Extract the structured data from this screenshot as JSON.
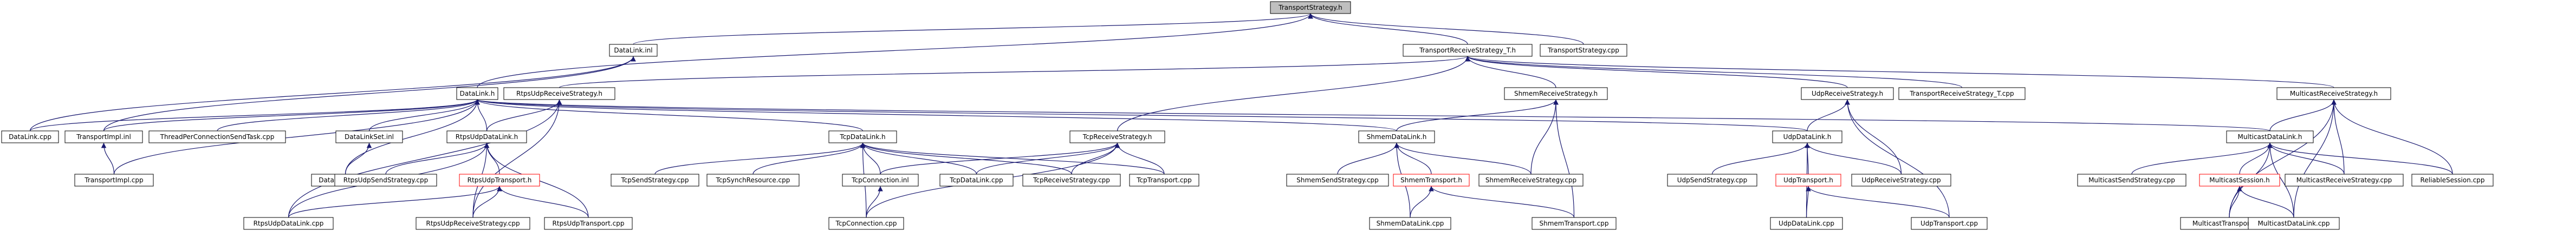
{
  "graph": {
    "nodes": [
      {
        "id": "ts_h",
        "label": "TransportStrategy.h",
        "kind": "root"
      },
      {
        "id": "dl_inl",
        "label": "DataLink.inl",
        "kind": "plain"
      },
      {
        "id": "trs_t_h",
        "label": "TransportReceiveStrategy_T.h",
        "kind": "plain"
      },
      {
        "id": "ts_cpp",
        "label": "TransportStrategy.cpp",
        "kind": "plain"
      },
      {
        "id": "dl_h",
        "label": "DataLink.h",
        "kind": "plain"
      },
      {
        "id": "rurs_h",
        "label": "RtpsUdpReceiveStrategy.h",
        "kind": "plain"
      },
      {
        "id": "srs_h",
        "label": "ShmemReceiveStrategy.h",
        "kind": "plain"
      },
      {
        "id": "urs_h",
        "label": "UdpReceiveStrategy.h",
        "kind": "plain"
      },
      {
        "id": "trs_t_cpp",
        "label": "TransportReceiveStrategy_T.cpp",
        "kind": "plain"
      },
      {
        "id": "mrs_h",
        "label": "MulticastReceiveStrategy.h",
        "kind": "plain"
      },
      {
        "id": "dl_cpp",
        "label": "DataLink.cpp",
        "kind": "plain"
      },
      {
        "id": "ti_inl",
        "label": "TransportImpl.inl",
        "kind": "plain"
      },
      {
        "id": "tpcst",
        "label": "ThreadPerConnectionSendTask.cpp",
        "kind": "plain"
      },
      {
        "id": "dls_inl",
        "label": "DataLinkSet.inl",
        "kind": "plain"
      },
      {
        "id": "rudl_h",
        "label": "RtpsUdpDataLink.h",
        "kind": "plain"
      },
      {
        "id": "tcpdl_h",
        "label": "TcpDataLink.h",
        "kind": "plain"
      },
      {
        "id": "tcprs_h",
        "label": "TcpReceiveStrategy.h",
        "kind": "plain"
      },
      {
        "id": "shdl_h",
        "label": "ShmemDataLink.h",
        "kind": "plain"
      },
      {
        "id": "udl_h",
        "label": "UdpDataLink.h",
        "kind": "plain"
      },
      {
        "id": "mdl_h",
        "label": "MulticastDataLink.h",
        "kind": "plain"
      },
      {
        "id": "ti_cpp",
        "label": "TransportImpl.cpp",
        "kind": "plain"
      },
      {
        "id": "dls_cpp",
        "label": "DataLinkSet.cpp",
        "kind": "plain"
      },
      {
        "id": "russ_cpp",
        "label": "RtpsUdpSendStrategy.cpp",
        "kind": "plain"
      },
      {
        "id": "rut_h",
        "label": "RtpsUdpTransport.h",
        "kind": "red"
      },
      {
        "id": "tcpss_cpp",
        "label": "TcpSendStrategy.cpp",
        "kind": "plain"
      },
      {
        "id": "tcpsr_cpp",
        "label": "TcpSynchResource.cpp",
        "kind": "plain"
      },
      {
        "id": "tcpc_inl",
        "label": "TcpConnection.inl",
        "kind": "plain"
      },
      {
        "id": "tcpdl_cpp",
        "label": "TcpDataLink.cpp",
        "kind": "plain"
      },
      {
        "id": "tcprs_cpp",
        "label": "TcpReceiveStrategy.cpp",
        "kind": "plain"
      },
      {
        "id": "tcpt_cpp",
        "label": "TcpTransport.cpp",
        "kind": "plain"
      },
      {
        "id": "shss_cpp",
        "label": "ShmemSendStrategy.cpp",
        "kind": "plain"
      },
      {
        "id": "sht_h",
        "label": "ShmemTransport.h",
        "kind": "red"
      },
      {
        "id": "shrs_cpp",
        "label": "ShmemReceiveStrategy.cpp",
        "kind": "plain"
      },
      {
        "id": "uss_cpp",
        "label": "UdpSendStrategy.cpp",
        "kind": "plain"
      },
      {
        "id": "ut_h",
        "label": "UdpTransport.h",
        "kind": "red"
      },
      {
        "id": "urs_cpp",
        "label": "UdpReceiveStrategy.cpp",
        "kind": "plain"
      },
      {
        "id": "mss_cpp",
        "label": "MulticastSendStrategy.cpp",
        "kind": "plain"
      },
      {
        "id": "ms_h",
        "label": "MulticastSession.h",
        "kind": "red"
      },
      {
        "id": "mrs_cpp",
        "label": "MulticastReceiveStrategy.cpp",
        "kind": "plain"
      },
      {
        "id": "rs_cpp",
        "label": "ReliableSession.cpp",
        "kind": "plain"
      },
      {
        "id": "rudl_cpp",
        "label": "RtpsUdpDataLink.cpp",
        "kind": "plain"
      },
      {
        "id": "rurs_cpp",
        "label": "RtpsUdpReceiveStrategy.cpp",
        "kind": "plain"
      },
      {
        "id": "rut_cpp",
        "label": "RtpsUdpTransport.cpp",
        "kind": "plain"
      },
      {
        "id": "tcpc_cpp",
        "label": "TcpConnection.cpp",
        "kind": "plain"
      },
      {
        "id": "shdl_cpp",
        "label": "ShmemDataLink.cpp",
        "kind": "plain"
      },
      {
        "id": "sht_cpp",
        "label": "ShmemTransport.cpp",
        "kind": "plain"
      },
      {
        "id": "udl_cpp",
        "label": "UdpDataLink.cpp",
        "kind": "plain"
      },
      {
        "id": "ut_cpp",
        "label": "UdpTransport.cpp",
        "kind": "plain"
      },
      {
        "id": "mt_cpp",
        "label": "MulticastTransport.cpp",
        "kind": "plain"
      },
      {
        "id": "mdl_cpp",
        "label": "MulticastDataLink.cpp",
        "kind": "plain"
      }
    ],
    "edges": [
      [
        "dl_inl",
        "ts_h"
      ],
      [
        "trs_t_h",
        "ts_h"
      ],
      [
        "ts_cpp",
        "ts_h"
      ],
      [
        "dl_h",
        "ts_h"
      ],
      [
        "dl_cpp",
        "dl_inl"
      ],
      [
        "ti_inl",
        "dl_inl"
      ],
      [
        "rurs_h",
        "trs_t_h"
      ],
      [
        "srs_h",
        "trs_t_h"
      ],
      [
        "urs_h",
        "trs_t_h"
      ],
      [
        "trs_t_cpp",
        "trs_t_h"
      ],
      [
        "mrs_h",
        "trs_t_h"
      ],
      [
        "tcprs_h",
        "trs_t_h"
      ],
      [
        "dl_cpp",
        "dl_h"
      ],
      [
        "ti_inl",
        "dl_h"
      ],
      [
        "tpcst",
        "dl_h"
      ],
      [
        "dls_inl",
        "dl_h"
      ],
      [
        "rudl_h",
        "dl_h"
      ],
      [
        "tcpdl_h",
        "dl_h"
      ],
      [
        "shdl_h",
        "dl_h"
      ],
      [
        "udl_h",
        "dl_h"
      ],
      [
        "mdl_h",
        "dl_h"
      ],
      [
        "dls_cpp",
        "dl_h"
      ],
      [
        "ti_cpp",
        "dl_h"
      ],
      [
        "rudl_h",
        "rurs_h"
      ],
      [
        "rurs_cpp",
        "rurs_h"
      ],
      [
        "rudl_cpp",
        "rurs_h"
      ],
      [
        "shdl_h",
        "srs_h"
      ],
      [
        "shrs_cpp",
        "srs_h"
      ],
      [
        "sht_cpp",
        "srs_h"
      ],
      [
        "udl_h",
        "urs_h"
      ],
      [
        "urs_cpp",
        "urs_h"
      ],
      [
        "ut_cpp",
        "urs_h"
      ],
      [
        "mdl_h",
        "mrs_h"
      ],
      [
        "mrs_cpp",
        "mrs_h"
      ],
      [
        "rs_cpp",
        "mrs_h"
      ],
      [
        "mt_cpp",
        "mrs_h"
      ],
      [
        "mdl_cpp",
        "mrs_h"
      ],
      [
        "ti_cpp",
        "ti_inl"
      ],
      [
        "dls_cpp",
        "dls_inl"
      ],
      [
        "russ_cpp",
        "rudl_h"
      ],
      [
        "rut_h",
        "rudl_h"
      ],
      [
        "rudl_cpp",
        "rudl_h"
      ],
      [
        "rurs_cpp",
        "rudl_h"
      ],
      [
        "rut_cpp",
        "rudl_h"
      ],
      [
        "rudl_cpp",
        "rut_h"
      ],
      [
        "rurs_cpp",
        "rut_h"
      ],
      [
        "rut_cpp",
        "rut_h"
      ],
      [
        "tcpss_cpp",
        "tcpdl_h"
      ],
      [
        "tcpsr_cpp",
        "tcpdl_h"
      ],
      [
        "tcpc_inl",
        "tcpdl_h"
      ],
      [
        "tcpdl_cpp",
        "tcpdl_h"
      ],
      [
        "tcprs_cpp",
        "tcpdl_h"
      ],
      [
        "tcpt_cpp",
        "tcpdl_h"
      ],
      [
        "tcpc_cpp",
        "tcpdl_h"
      ],
      [
        "tcpc_inl",
        "tcprs_h"
      ],
      [
        "tcpdl_cpp",
        "tcprs_h"
      ],
      [
        "tcprs_cpp",
        "tcprs_h"
      ],
      [
        "tcpt_cpp",
        "tcprs_h"
      ],
      [
        "tcpc_cpp",
        "tcprs_h"
      ],
      [
        "tcpc_cpp",
        "tcpc_inl"
      ],
      [
        "shss_cpp",
        "shdl_h"
      ],
      [
        "sht_h",
        "shdl_h"
      ],
      [
        "shrs_cpp",
        "shdl_h"
      ],
      [
        "shdl_cpp",
        "shdl_h"
      ],
      [
        "shdl_cpp",
        "sht_h"
      ],
      [
        "sht_cpp",
        "sht_h"
      ],
      [
        "uss_cpp",
        "udl_h"
      ],
      [
        "ut_h",
        "udl_h"
      ],
      [
        "urs_cpp",
        "udl_h"
      ],
      [
        "udl_cpp",
        "udl_h"
      ],
      [
        "udl_cpp",
        "ut_h"
      ],
      [
        "ut_cpp",
        "ut_h"
      ],
      [
        "mss_cpp",
        "mdl_h"
      ],
      [
        "ms_h",
        "mdl_h"
      ],
      [
        "mrs_cpp",
        "mdl_h"
      ],
      [
        "rs_cpp",
        "mdl_h"
      ],
      [
        "mt_cpp",
        "mdl_h"
      ],
      [
        "mdl_cpp",
        "mdl_h"
      ],
      [
        "mt_cpp",
        "ms_h"
      ],
      [
        "mdl_cpp",
        "ms_h"
      ]
    ]
  },
  "colors": {
    "edge": "#191970",
    "node_border": "#000000",
    "root_fill": "#bfbfbf",
    "highlight_border": "#ff0000",
    "background": "#ffffff"
  }
}
